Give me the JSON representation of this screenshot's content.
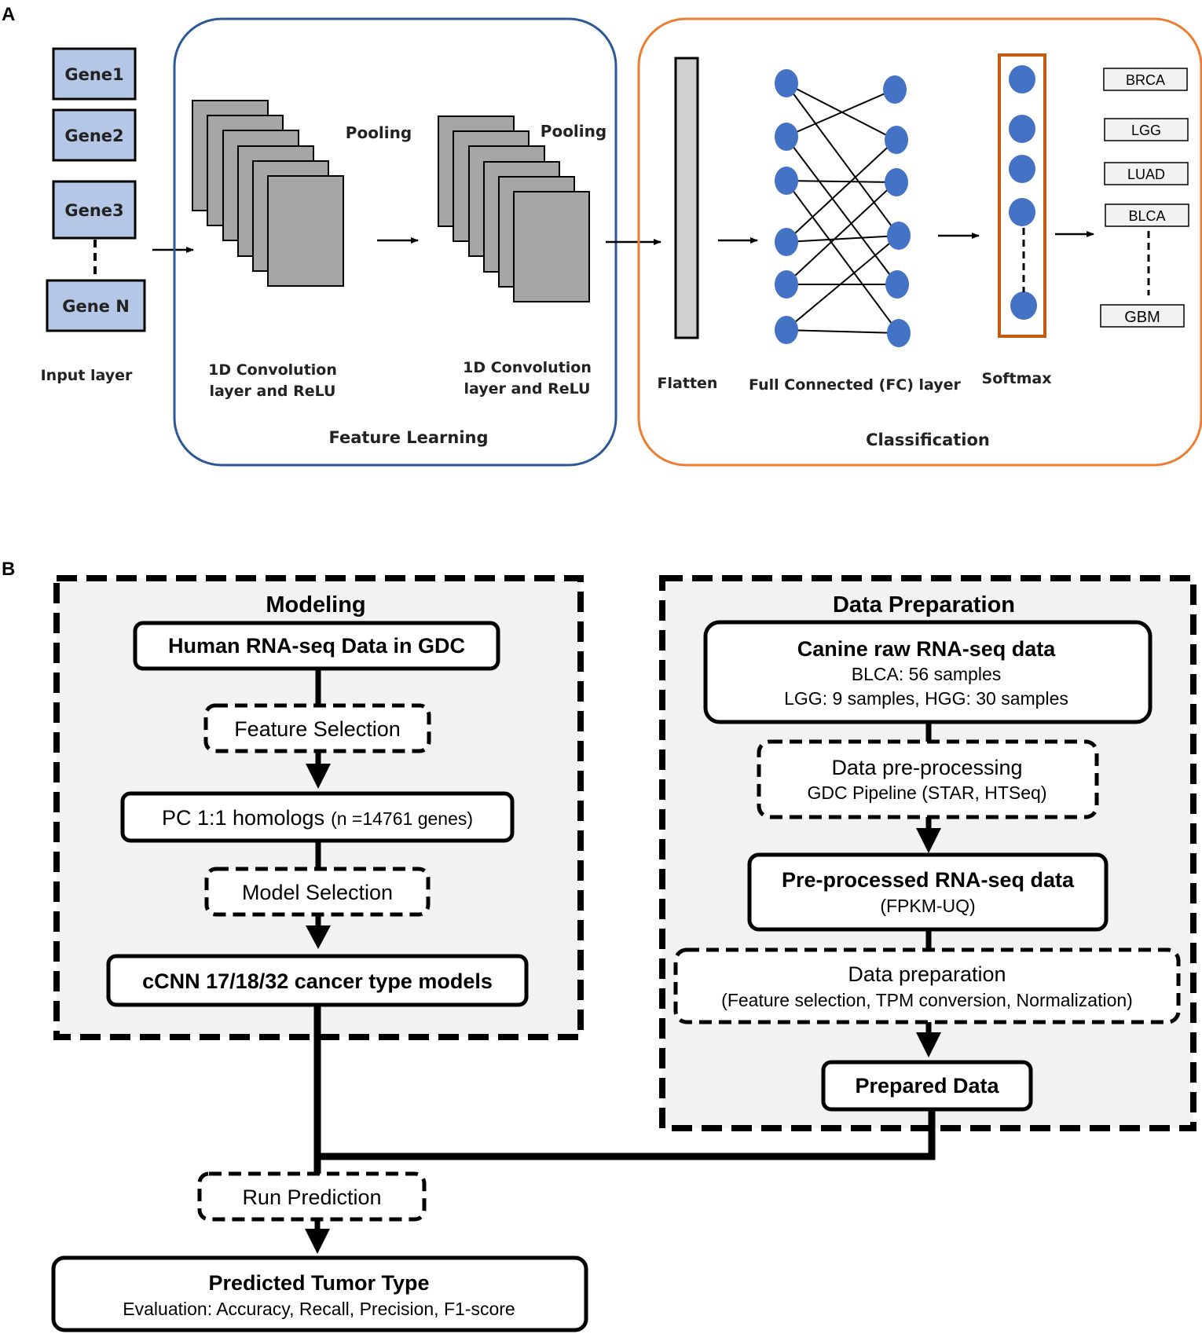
{
  "panel_a": {
    "label": "A",
    "genes": [
      "Gene1",
      "Gene2",
      "Gene3",
      "Gene N"
    ],
    "input_layer": "Input layer",
    "pooling1": "Pooling",
    "pooling2": "Pooling",
    "conv1": [
      "1D Convolution",
      "layer and ReLU"
    ],
    "conv2": [
      "1D Convolution",
      "layer and ReLU"
    ],
    "feature_learning": "Feature Learning",
    "flatten": "Flatten",
    "fc_layer": "Full Connected (FC) layer",
    "softmax": "Softmax",
    "classification": "Classification",
    "classes": [
      "BRCA",
      "LGG",
      "LUAD",
      "BLCA",
      "GBM"
    ],
    "colors": {
      "feature_border": "#2b5797",
      "class_border": "#ed7d31",
      "node": "#4472c4",
      "gene_fill": "#b4c7e7",
      "softmax_border": "#c55a11"
    }
  },
  "panel_b": {
    "label": "B",
    "modeling": {
      "title": "Modeling",
      "gdc": "Human RNA-seq Data in GDC",
      "feature_selection": "Feature Selection",
      "homologs_main": "PC 1:1 homologs",
      "homologs_sub": "(n =14761 genes)",
      "model_selection": "Model Selection",
      "models": "cCNN 17/18/32 cancer type models"
    },
    "data_prep": {
      "title": "Data Preparation",
      "raw_title": "Canine raw RNA-seq data",
      "raw_line1": "BLCA: 56 samples",
      "raw_line2": "LGG: 9 samples, HGG: 30 samples",
      "preproc_title": "Data pre-processing",
      "preproc_sub": "GDC Pipeline (STAR, HTSeq)",
      "preprocessed_title": "Pre-processed RNA-seq data",
      "preprocessed_sub": "(FPKM-UQ)",
      "prep_title": "Data preparation",
      "prep_sub": "(Feature selection, TPM conversion, Normalization)",
      "prepared": "Prepared Data"
    },
    "run_prediction": "Run Prediction",
    "predicted_title": "Predicted Tumor Type",
    "predicted_sub": "Evaluation: Accuracy, Recall, Precision, F1-score"
  }
}
